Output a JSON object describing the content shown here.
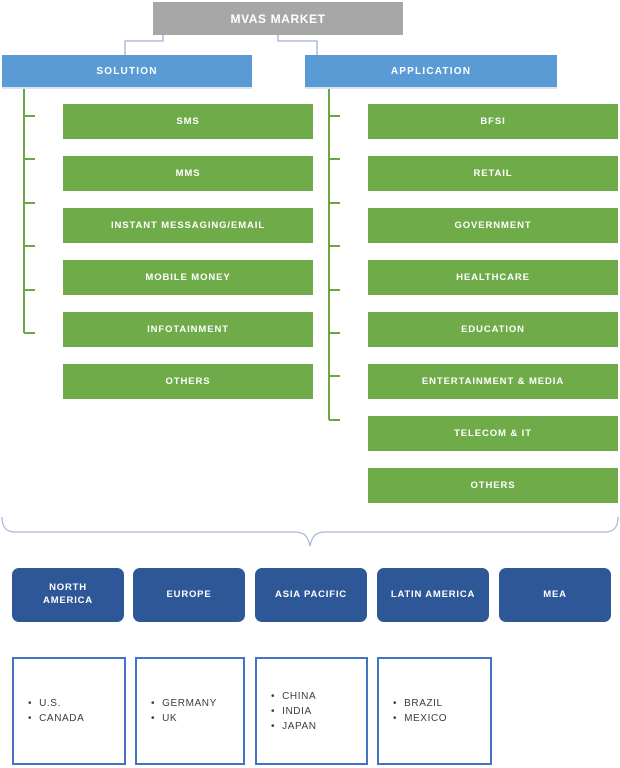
{
  "root": {
    "label": "MVAS MARKET"
  },
  "solution": {
    "label": "SOLUTION",
    "items": [
      {
        "label": "SMS"
      },
      {
        "label": "MMS"
      },
      {
        "label": "INSTANT MESSAGING/EMAIL"
      },
      {
        "label": "MOBILE MONEY"
      },
      {
        "label": "INFOTAINMENT"
      },
      {
        "label": "OTHERS"
      }
    ]
  },
  "application": {
    "label": "APPLICATION",
    "items": [
      {
        "label": "BFSI"
      },
      {
        "label": "RETAIL"
      },
      {
        "label": "GOVERNMENT"
      },
      {
        "label": "HEALTHCARE"
      },
      {
        "label": "EDUCATION"
      },
      {
        "label": "ENTERTAINMENT & MEDIA"
      },
      {
        "label": "TELECOM & IT"
      },
      {
        "label": "OTHERS"
      }
    ]
  },
  "regions": {
    "items": [
      {
        "label": "NORTH AMERICA",
        "countries": [
          "U.S.",
          "CANADA"
        ]
      },
      {
        "label": "EUROPE",
        "countries": [
          "GERMANY",
          "UK"
        ]
      },
      {
        "label": "ASIA PACIFIC",
        "countries": [
          "CHINA",
          "INDIA",
          "JAPAN"
        ]
      },
      {
        "label": "LATIN AMERICA",
        "countries": [
          "BRAZIL",
          "MEXICO"
        ]
      },
      {
        "label": "MEA",
        "countries": []
      }
    ]
  },
  "colors": {
    "root-gray": "#A7A7A7",
    "branch-blue": "#5B9BD5",
    "node-green": "#6FAC49",
    "branch-line-green": "#69A845",
    "region-navy": "#2E5797",
    "card-border-blue": "#4472C4",
    "connector-blue": "#9FB1D3",
    "brace-blue": "#A9BAD9"
  }
}
